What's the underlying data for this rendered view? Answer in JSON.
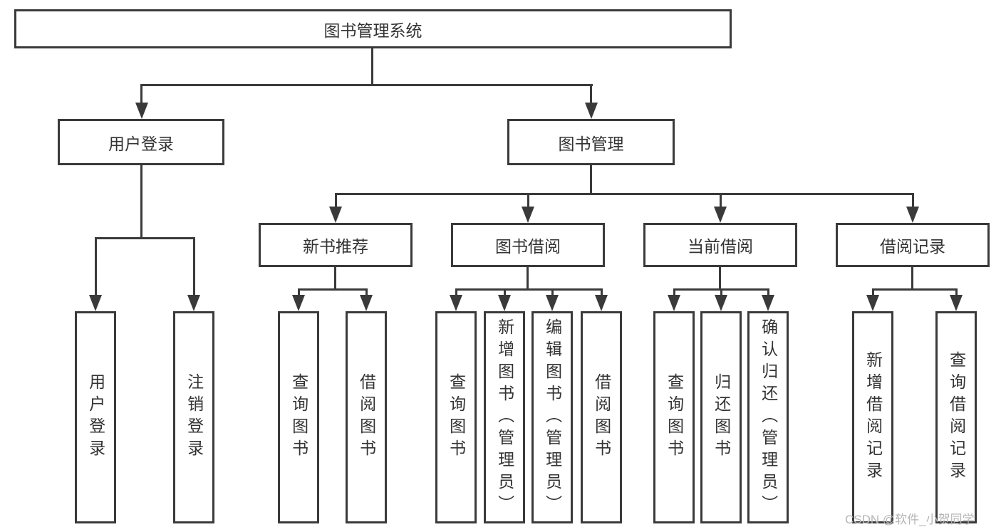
{
  "diagram": {
    "root": {
      "label": "图书管理系统"
    },
    "branches": {
      "user_login": {
        "label": "用户登录",
        "children": [
          {
            "label": "用户登录"
          },
          {
            "label": "注销登录"
          }
        ]
      },
      "book_mgmt": {
        "label": "图书管理",
        "children": [
          {
            "label": "新书推荐",
            "children": [
              {
                "label": "查询图书"
              },
              {
                "label": "借阅图书"
              }
            ]
          },
          {
            "label": "图书借阅",
            "children": [
              {
                "label": "查询图书"
              },
              {
                "label": "新增图书（管理员）"
              },
              {
                "label": "编辑图书（管理员）"
              },
              {
                "label": "借阅图书"
              }
            ]
          },
          {
            "label": "当前借阅",
            "children": [
              {
                "label": "查询图书"
              },
              {
                "label": "归还图书"
              },
              {
                "label": "确认归还（管理员）"
              }
            ]
          },
          {
            "label": "借阅记录",
            "children": [
              {
                "label": "新增借阅记录"
              },
              {
                "label": "查询借阅记录"
              }
            ]
          }
        ]
      }
    },
    "watermark": "CSDN @软件_小贺同学",
    "colors": {
      "line": "#3a3a3a",
      "text": "#333333",
      "watermark": "#b5b5b5",
      "background": "#ffffff"
    }
  }
}
